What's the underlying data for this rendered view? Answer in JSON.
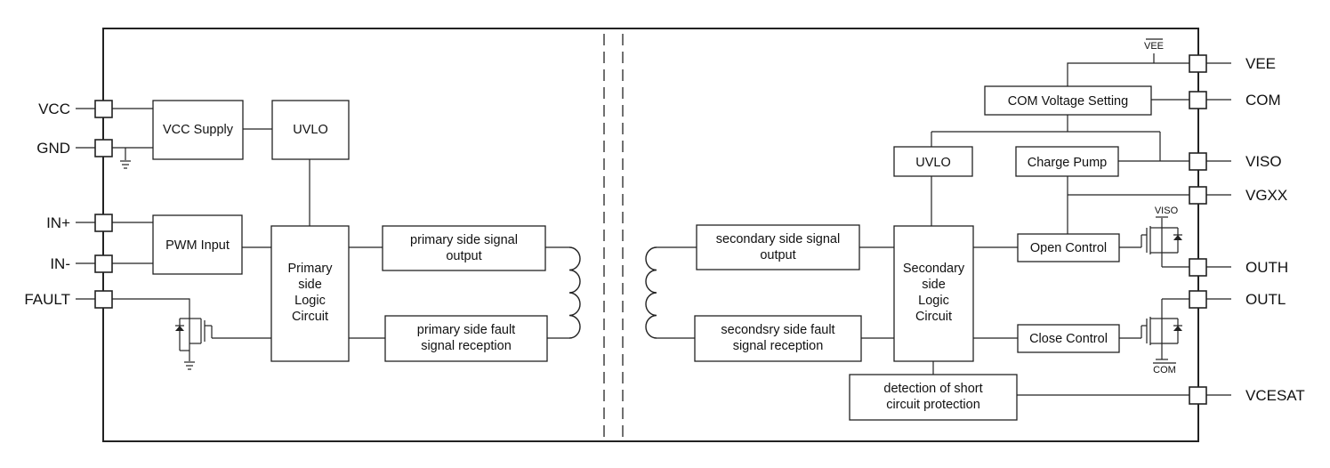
{
  "pins_left": {
    "vcc": "VCC",
    "gnd": "GND",
    "in_plus": "IN+",
    "in_minus": "IN-",
    "fault": "FAULT"
  },
  "pins_right": {
    "vee": "VEE",
    "com": "COM",
    "viso": "VISO",
    "vgxx": "VGXX",
    "outh": "OUTH",
    "outl": "OUTL",
    "vcesat": "VCESAT"
  },
  "primary": {
    "vcc_supply": "VCC Supply",
    "uvlo": "UVLO",
    "pwm_input": "PWM Input",
    "logic": [
      "Primary",
      "side",
      "Logic",
      "Circuit"
    ],
    "signal_output": [
      "primary side signal",
      "output"
    ],
    "fault_reception": [
      "primary side fault",
      "signal reception"
    ]
  },
  "secondary": {
    "signal_output": [
      "secondary side signal",
      "output"
    ],
    "fault_reception": [
      "secondsry side fault",
      "signal reception"
    ],
    "uvlo": "UVLO",
    "logic": [
      "Secondary",
      "side",
      "Logic",
      "Circuit"
    ],
    "com_voltage": "COM Voltage Setting",
    "charge_pump": "Charge Pump",
    "open_control": "Open Control",
    "close_control": "Close Control",
    "short_detection": [
      "detection of short",
      "circuit protection"
    ]
  },
  "net_labels": {
    "vee": "VEE",
    "viso": "VISO",
    "com": "COM"
  }
}
